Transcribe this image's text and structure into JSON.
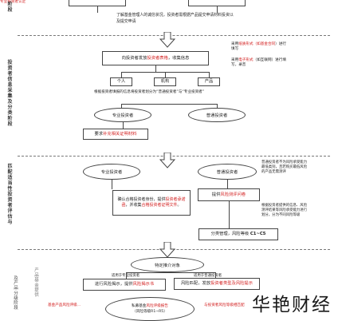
{
  "stage_labels": {
    "s1": "阶段",
    "s2": "投资者信息采集及分类阶段",
    "s3": "匹配适当性投资者评估与",
    "s4_outer": "及产品分级阶段",
    "s4_inner": "产品基金提供"
  },
  "top": {
    "red_note": "专业投资者认定",
    "info_note": "了解基金管理人的诚信状况，投资者需根据产品提交申请材料投资以及提交申请"
  },
  "collect": {
    "main_box_prefix": "向投资者发放",
    "main_box_red": "投资者表格",
    "main_box_suffix": "，收集信息",
    "note1_prefix": "采用",
    "note1_red": "纸质形式（如基金合同",
    "note1_suffix": "）进行填写",
    "note2_prefix": "采用",
    "note2_red": "电子形式",
    "note2_suffix": "（如互联网）进行填写，录音",
    "sub1": "个人",
    "sub2": "机构",
    "sub3": "产品",
    "desc": "根据投资者填报的信息将投资者划分为“普通投资者”与“专业投资者”",
    "pro": "专业投资者",
    "ord": "普通投资者",
    "proof_prefix": "要求",
    "proof_red": "补充相关证明材料"
  },
  "assess": {
    "pro": "专业投资者",
    "ord": "普通投资者",
    "confirm_pre": "确认合格投资者身份，提供",
    "confirm_red1": "投资者承诺函",
    "confirm_mid": "，并收集",
    "confirm_red2": "合格投资者证明文件",
    "confirm_end": "。",
    "provide_pre": "提供",
    "provide_red": "风险测评问卷",
    "grade_pre": "分类管理，风险等级",
    "grade_code": "C1~C5",
    "note_ord": "普通投资者不为风险承受能力最低类别，且若购买最低风险的产品无需测评",
    "note_grade": "根据投资者提供的信息、风险测评结果等风险承受能力进行划分，分为不同风险等级"
  },
  "match": {
    "title": "特定推介对象",
    "left_head": "适用于专业投资者",
    "right_head": "适用于普通投资者",
    "left_box_pre": "进行风险揭示，提供",
    "left_box_red": "风险揭示书",
    "right_box_pre": "风险匹配，发放",
    "right_box_red": "投资者类型及风险提示",
    "oval_pre": "私募基金",
    "oval_red": "风险评级报告",
    "oval_mid": "（风险等级",
    "oval_code": "R1~R5",
    "oval_end": "）",
    "left_note": "基金产品风险评级...",
    "right_note": "与投资者风险等级相匹配"
  },
  "watermark": "华艳财经"
}
